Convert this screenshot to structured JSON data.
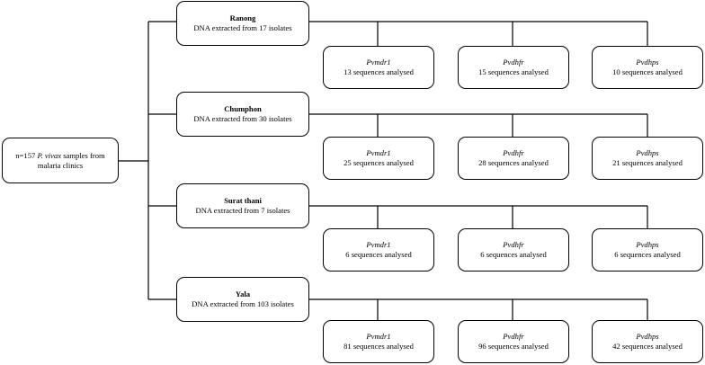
{
  "root": {
    "prefix": "n=157",
    "species": "P. vivax",
    "line1_suffix": "samples from",
    "line2": "malaria clinics"
  },
  "sites": [
    {
      "name": "Ranong",
      "dna": "DNA extracted from 17 isolates",
      "genes": [
        {
          "name": "Pvmdr1",
          "count": "13 sequences analysed"
        },
        {
          "name": "Pvdhfr",
          "count": "15 sequences analysed"
        },
        {
          "name": "Pvdhps",
          "count": "10 sequences analysed"
        }
      ]
    },
    {
      "name": "Chumphon",
      "dna": "DNA extracted from 30 isolates",
      "genes": [
        {
          "name": "Pvmdr1",
          "count": "25 sequences analysed"
        },
        {
          "name": "Pvdhfr",
          "count": "28 sequences analysed"
        },
        {
          "name": "Pvdhps",
          "count": "21 sequences analysed"
        }
      ]
    },
    {
      "name": "Surat thani",
      "dna": "DNA extracted from 7 isolates",
      "genes": [
        {
          "name": "Pvmdr1",
          "count": "6 sequences analysed"
        },
        {
          "name": "Pvdhfr",
          "count": "6 sequences analysed"
        },
        {
          "name": "Pvdhps",
          "count": "6 sequences analysed"
        }
      ]
    },
    {
      "name": "Yala",
      "dna": "DNA extracted from 103 isolates",
      "genes": [
        {
          "name": "Pvmdr1",
          "count": "81 sequences analysed"
        },
        {
          "name": "Pvdhfr",
          "count": "96 sequences analysed"
        },
        {
          "name": "Pvdhps",
          "count": "42 sequences analysed"
        }
      ]
    }
  ]
}
